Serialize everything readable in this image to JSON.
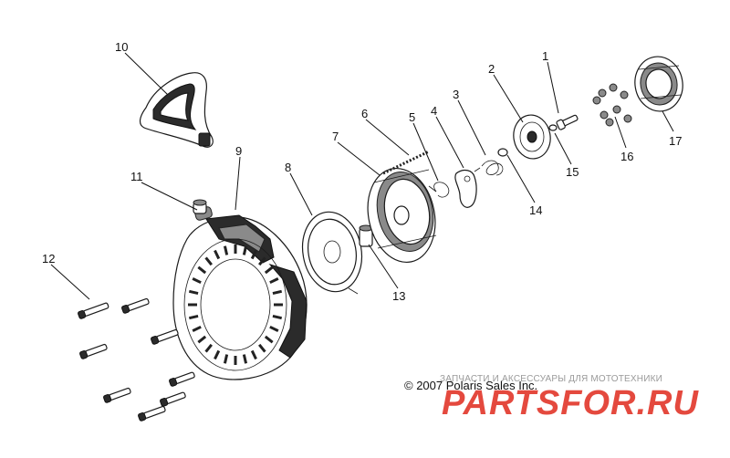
{
  "callouts": [
    {
      "id": "1",
      "text": "1"
    },
    {
      "id": "2",
      "text": "2"
    },
    {
      "id": "3",
      "text": "3"
    },
    {
      "id": "4",
      "text": "4"
    },
    {
      "id": "5",
      "text": "5"
    },
    {
      "id": "6",
      "text": "6"
    },
    {
      "id": "7",
      "text": "7"
    },
    {
      "id": "8",
      "text": "8"
    },
    {
      "id": "9",
      "text": "9"
    },
    {
      "id": "10",
      "text": "10"
    },
    {
      "id": "11",
      "text": "11"
    },
    {
      "id": "12",
      "text": "12"
    },
    {
      "id": "13",
      "text": "13"
    },
    {
      "id": "14",
      "text": "14"
    },
    {
      "id": "15",
      "text": "15"
    },
    {
      "id": "16",
      "text": "16"
    },
    {
      "id": "17",
      "text": "17"
    }
  ],
  "copyright": "© 2007 Polaris Sales Inc.",
  "watermark": {
    "tagline": "ЗАПЧАСТИ И АКСЕССУАРЫ ДЛЯ МОТОТЕХНИКИ",
    "logo": "PARTSFOR.RU",
    "logo_color": "#e23a2e"
  }
}
